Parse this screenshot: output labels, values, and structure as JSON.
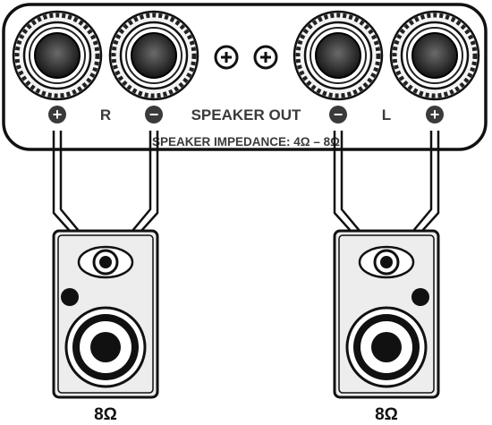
{
  "panel": {
    "title": "SPEAKER OUT",
    "impedance_note": "SPEAKER IMPEDANCE: 4Ω – 8Ω",
    "channel_right": "R",
    "channel_left": "L",
    "plus_symbol": "+",
    "minus_symbol": "−"
  },
  "speakers": {
    "right_impedance": "8Ω",
    "left_impedance": "8Ω"
  },
  "colors": {
    "line": "#111111",
    "text": "#3a3a3a",
    "speaker_fill": "#ededed"
  }
}
